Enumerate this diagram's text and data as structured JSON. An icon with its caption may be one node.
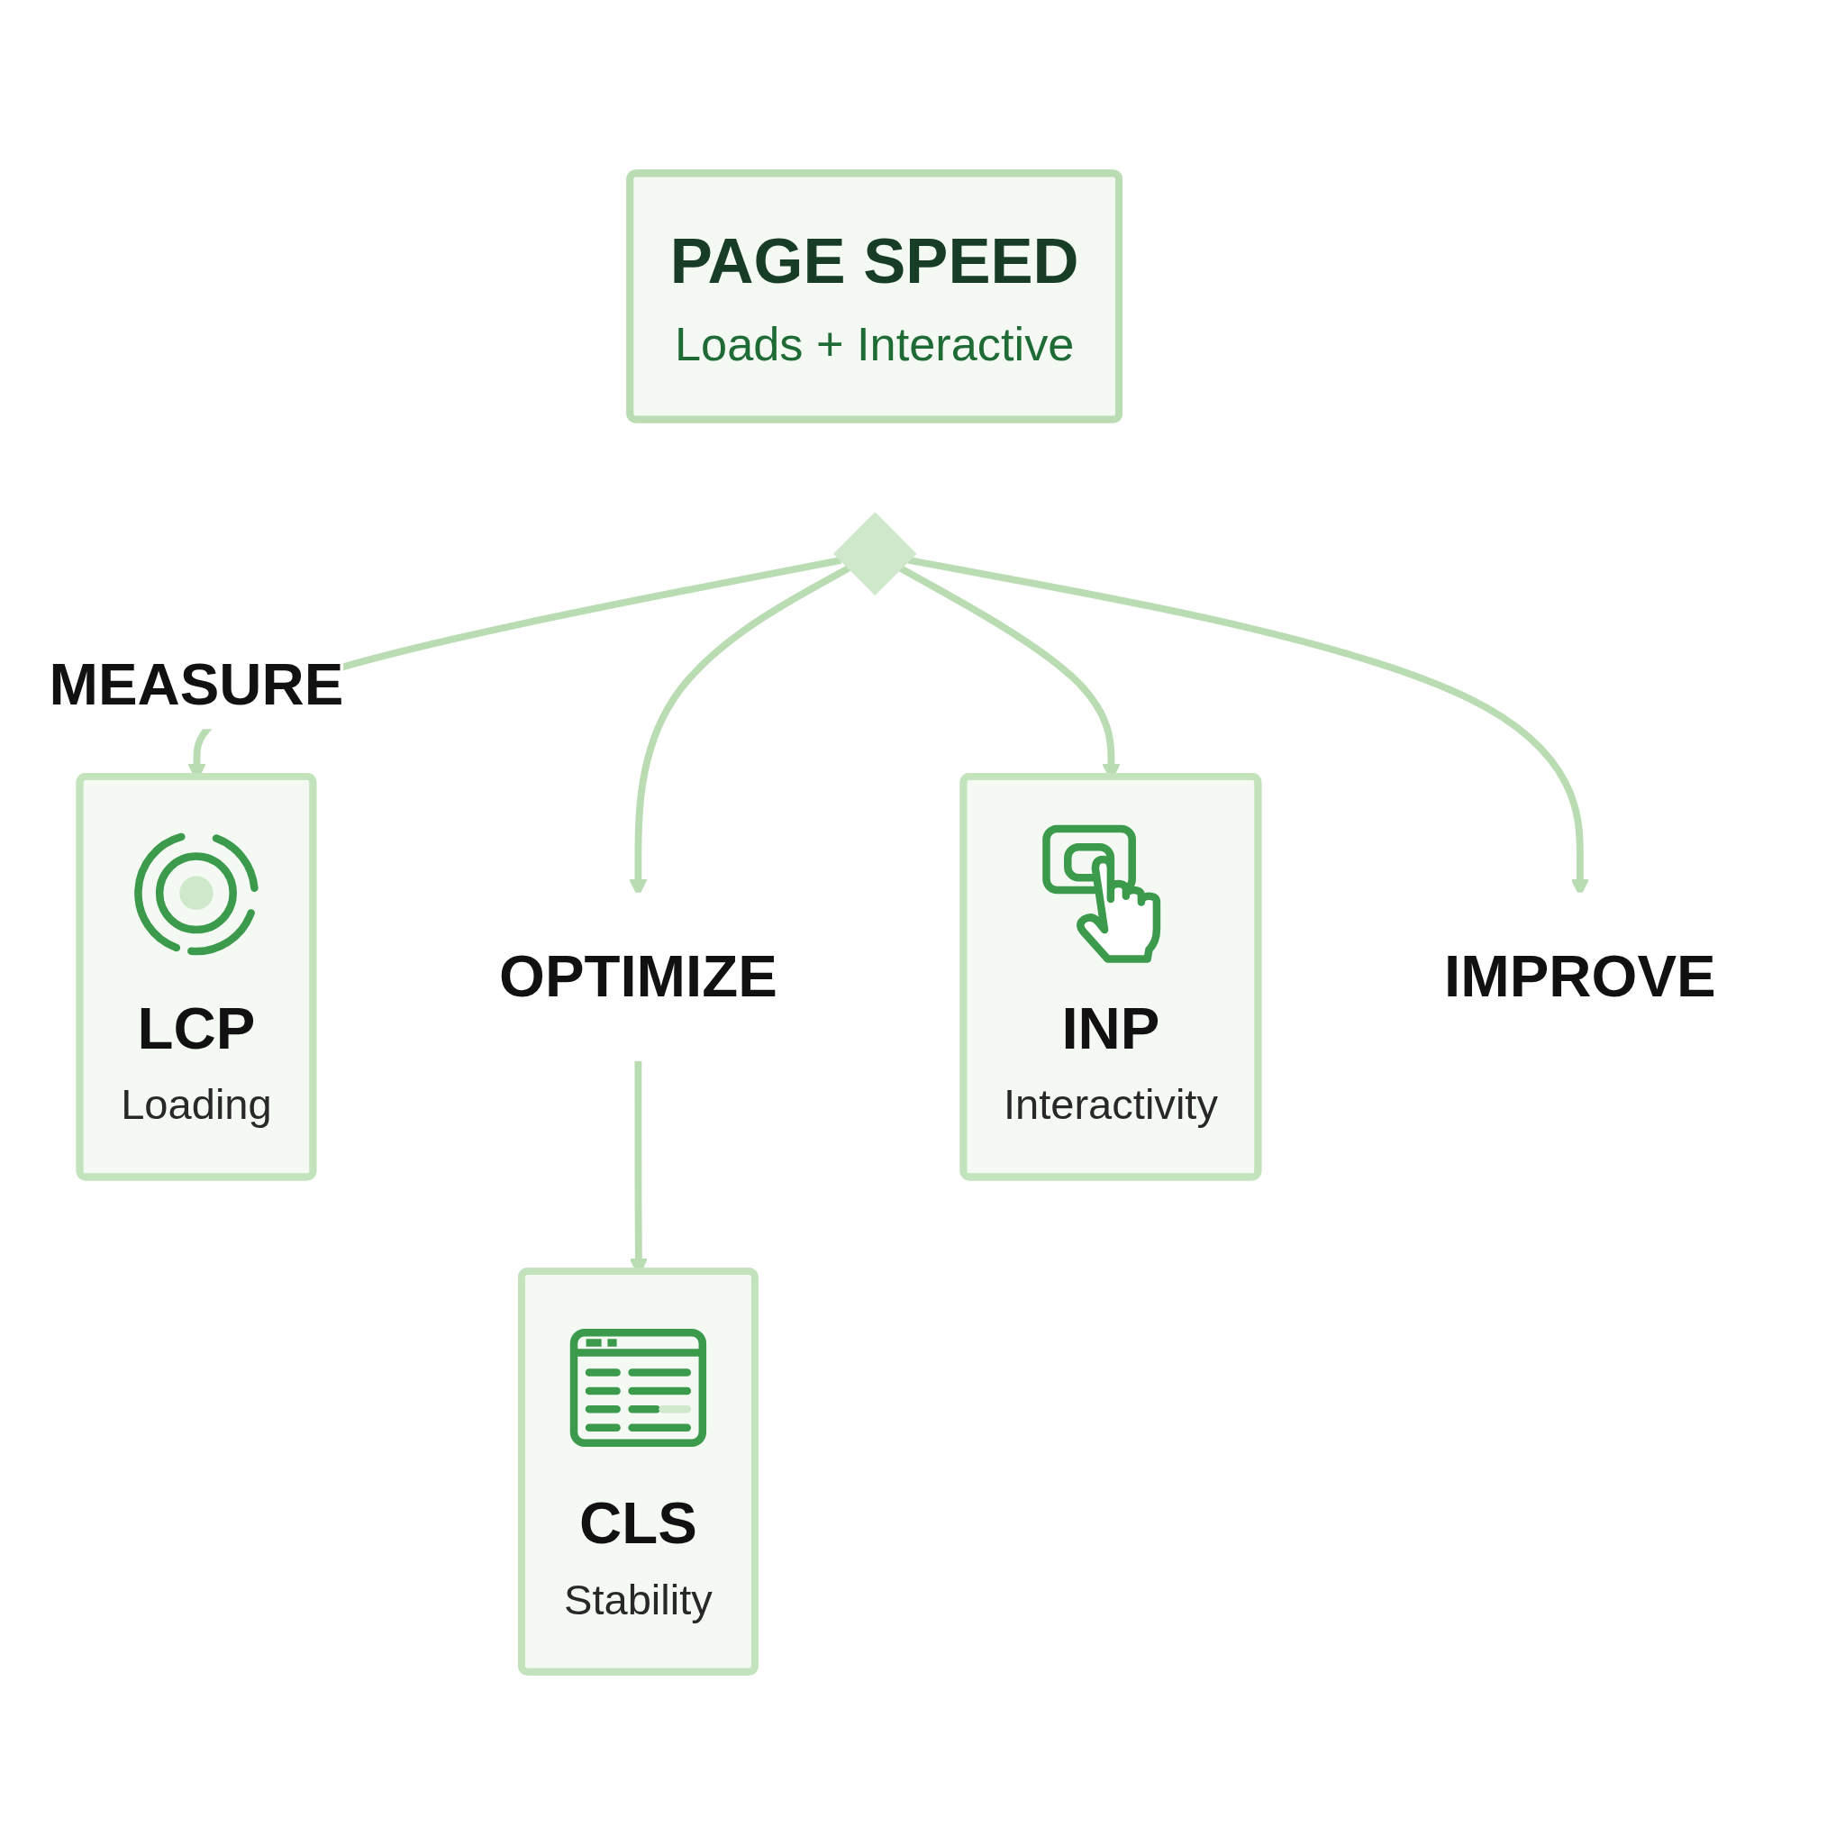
{
  "diagram": {
    "nodes": [
      {
        "text": [
          "PAGE SPEED",
          "Loads + Interactive"
        ]
      },
      {
        "text": [],
        "shape": "diamond"
      },
      {
        "text": [
          "IMPROVE"
        ]
      },
      {
        "text": [
          "LCP",
          "Loading"
        ]
      },
      {
        "text": [
          "INP",
          "Interactivity"
        ]
      },
      {
        "text": [
          "OPTIMIZE"
        ]
      },
      {
        "text": [
          "CLS",
          "Stability"
        ]
      }
    ],
    "edges": [
      {
        "from": 1,
        "to": 3,
        "arrow": "to",
        "label": "MEASURE"
      },
      {
        "from": 1,
        "to": 5,
        "arrow": "to"
      },
      {
        "from": 1,
        "to": 4,
        "arrow": "to"
      },
      {
        "from": 1,
        "to": 2,
        "arrow": "to"
      },
      {
        "from": 5,
        "to": 6,
        "arrow": "to"
      }
    ]
  }
}
